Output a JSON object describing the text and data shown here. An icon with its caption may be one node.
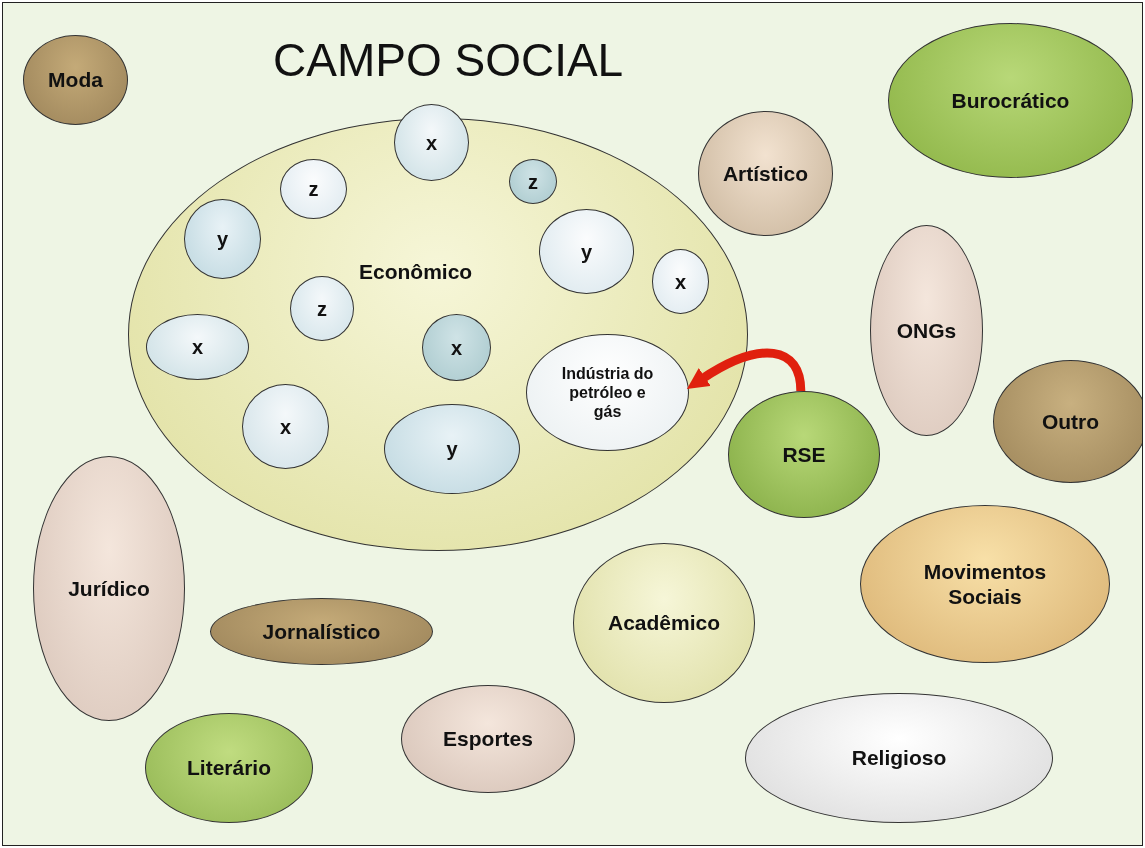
{
  "diagram": {
    "title": "CAMPO SOCIAL",
    "nodes": [
      {
        "text": [
          "Moda"
        ]
      },
      {
        "text": [
          "Econômico"
        ]
      },
      {
        "text": [
          "x"
        ],
        "in": 1
      },
      {
        "text": [
          "z"
        ],
        "in": 1
      },
      {
        "text": [
          "z"
        ],
        "in": 1
      },
      {
        "text": [
          "y"
        ],
        "in": 1
      },
      {
        "text": [
          "y"
        ],
        "in": 1
      },
      {
        "text": [
          "x"
        ],
        "in": 1
      },
      {
        "text": [
          "z"
        ],
        "in": 1
      },
      {
        "text": [
          "x"
        ],
        "in": 1
      },
      {
        "text": [
          "x"
        ],
        "in": 1
      },
      {
        "text": [
          "Indústria do petróleo e gás"
        ],
        "in": 1
      },
      {
        "text": [
          "x"
        ],
        "in": 1
      },
      {
        "text": [
          "y"
        ],
        "in": 1
      },
      {
        "text": [
          "Artístico"
        ]
      },
      {
        "text": [
          "Burocrático"
        ]
      },
      {
        "text": [
          "ONGs"
        ]
      },
      {
        "text": [
          "Outro"
        ]
      },
      {
        "text": [
          "RSE"
        ]
      },
      {
        "text": [
          "Jurídico"
        ]
      },
      {
        "text": [
          "Jornalístico"
        ]
      },
      {
        "text": [
          "Acadêmico"
        ]
      },
      {
        "text": [
          "Movimentos Sociais"
        ]
      },
      {
        "text": [
          "Esportes"
        ]
      },
      {
        "text": [
          "Literário"
        ]
      },
      {
        "text": [
          "Religioso"
        ]
      }
    ],
    "edges": [
      {
        "from": 18,
        "to": 11,
        "arrow": "to",
        "color": "#e0200e"
      }
    ]
  }
}
